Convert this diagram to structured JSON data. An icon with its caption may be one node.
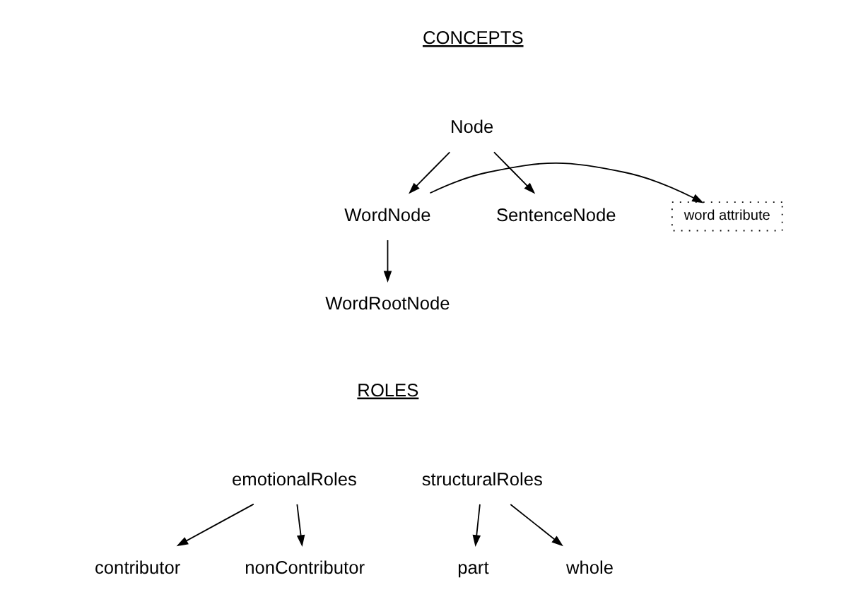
{
  "diagram": {
    "nodes": [
      {
        "text": [
          "Node"
        ]
      },
      {
        "text": [
          "WordNode"
        ]
      },
      {
        "text": [
          "SentenceNode"
        ]
      },
      {
        "text": [
          "word attribute"
        ]
      },
      {
        "text": [
          "WordRootNode"
        ]
      },
      {
        "text": [
          "emotionalRoles"
        ]
      },
      {
        "text": [
          "contributor"
        ]
      },
      {
        "text": [
          "nonContributor"
        ]
      },
      {
        "text": [
          "structuralRoles"
        ]
      },
      {
        "text": [
          "part"
        ]
      },
      {
        "text": [
          "whole"
        ]
      }
    ],
    "edges": [
      {
        "from": 0,
        "to": 1,
        "arrow": "to"
      },
      {
        "from": 0,
        "to": 2,
        "arrow": "to"
      },
      {
        "from": 1,
        "to": 3,
        "arrow": "to"
      },
      {
        "from": 1,
        "to": 4,
        "arrow": "to"
      },
      {
        "from": 5,
        "to": 6,
        "arrow": "to"
      },
      {
        "from": 5,
        "to": 7,
        "arrow": "to"
      },
      {
        "from": 8,
        "to": 9,
        "arrow": "to"
      },
      {
        "from": 8,
        "to": 10,
        "arrow": "to"
      }
    ],
    "labels": [
      "CONCEPTS",
      "ROLES"
    ]
  }
}
